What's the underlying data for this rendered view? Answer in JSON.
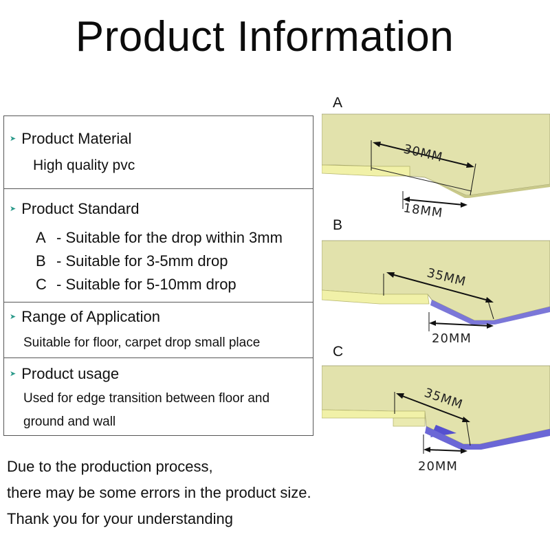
{
  "title": "Product Information",
  "spec": {
    "material": {
      "heading": "Product Material",
      "value": "High quality pvc"
    },
    "standard": {
      "heading": "Product Standard",
      "items": [
        {
          "letter": "A",
          "text": "- Suitable for the drop within 3mm"
        },
        {
          "letter": "B",
          "text": "- Suitable for 3-5mm drop"
        },
        {
          "letter": "C",
          "text": "- Suitable for 5-10mm drop"
        }
      ]
    },
    "application": {
      "heading": "Range of Application",
      "value": "Suitable for floor, carpet drop small place"
    },
    "usage": {
      "heading": "Product usage",
      "line1": "Used for edge transition between floor and",
      "line2": "ground and wall"
    }
  },
  "notes": [
    "Due to the production process,",
    "there may be some errors in the product size.",
    "Thank you for your understanding"
  ],
  "figures": [
    {
      "label": "A",
      "top_dim": "30MM",
      "bottom_dim": "18MM"
    },
    {
      "label": "B",
      "top_dim": "35MM",
      "bottom_dim": "20MM"
    },
    {
      "label": "C",
      "top_dim": "35MM",
      "bottom_dim": "20MM"
    }
  ],
  "colors": {
    "profile": "#e2e2ac",
    "profile_dark": "#c9c98a",
    "accent": "#2b9a8a",
    "underside": "#6b67d6"
  }
}
